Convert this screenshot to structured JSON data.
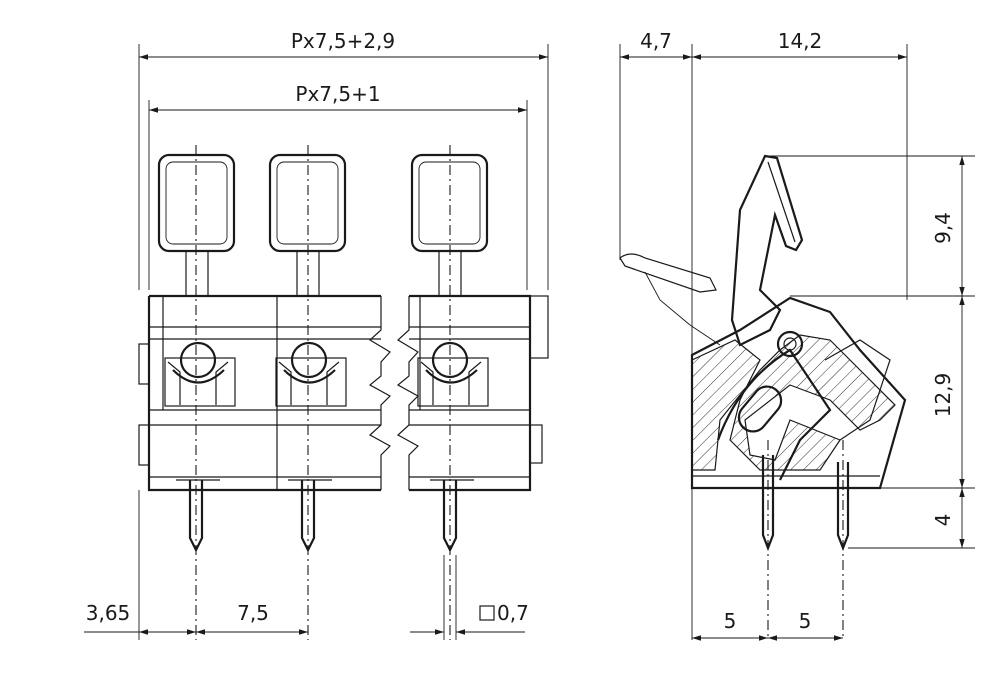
{
  "dimensions": {
    "overall_width": "Px7,5+2,9",
    "inner_width": "Px7,5+1",
    "edge_offset": "3,65",
    "pitch": "7,5",
    "pin_size": "0,7",
    "side_offset": "4,7",
    "side_width": "14,2",
    "lever_height": "9,4",
    "body_height": "12,9",
    "pin_length": "4",
    "side_pin_left": "5",
    "side_pin_right": "5"
  },
  "colors": {
    "line": "#1a1a1a",
    "background": "#ffffff"
  }
}
